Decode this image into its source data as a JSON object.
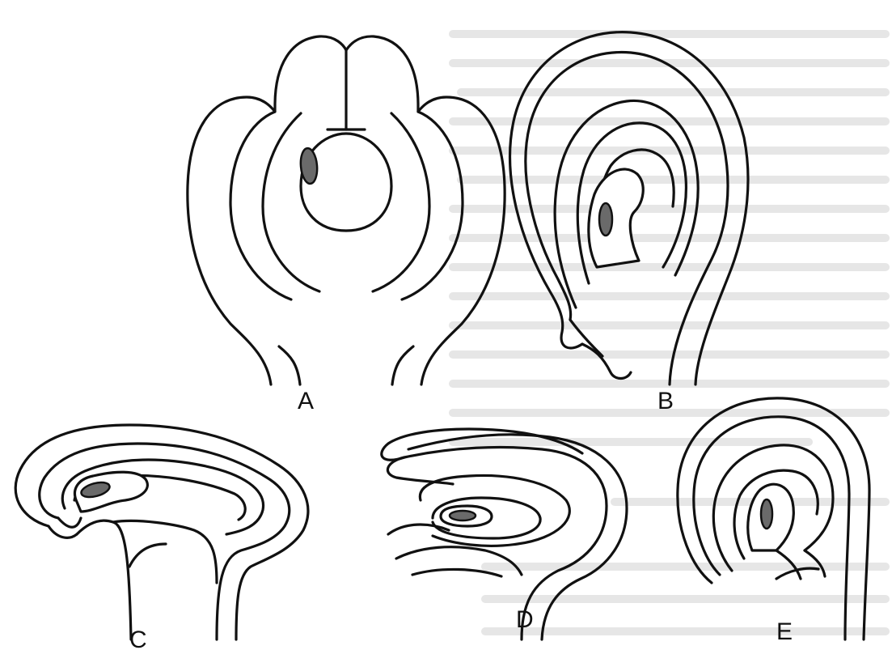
{
  "figure": {
    "labels": [
      "A",
      "B",
      "C",
      "D",
      "E"
    ],
    "colors": {
      "line": "#111111",
      "embryo_sac": "#6a6a6a",
      "show_through_text": "#cfcfcf",
      "background": "#ffffff"
    }
  }
}
